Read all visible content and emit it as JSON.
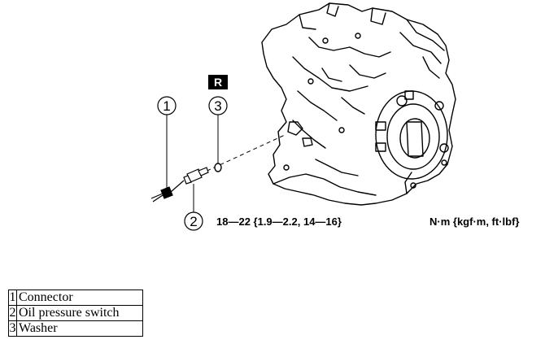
{
  "diagram": {
    "callouts": [
      {
        "number": "1"
      },
      {
        "number": "2"
      },
      {
        "number": "3"
      }
    ],
    "replace_badge": "R",
    "torque_spec": "18—22 {1.9—2.2, 14—16}",
    "unit_label": "N·m {kgf·m, ft·lbf}"
  },
  "legend": [
    {
      "number": "1",
      "label": "Connector"
    },
    {
      "number": "2",
      "label": "Oil pressure switch"
    },
    {
      "number": "3",
      "label": "Washer"
    }
  ]
}
